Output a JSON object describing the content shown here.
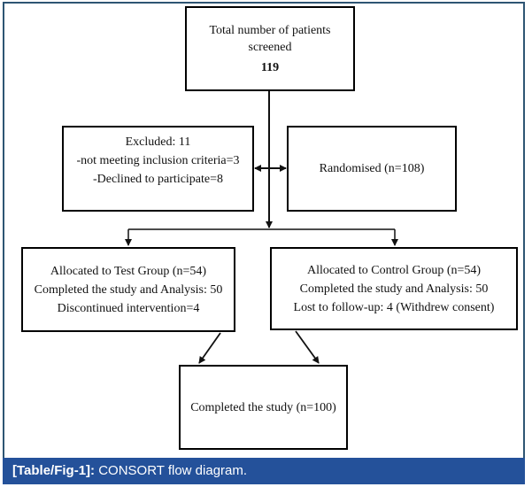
{
  "diagram": {
    "type": "CONSORT flow diagram",
    "nodes": {
      "screened": {
        "lines": [
          "Total number of patients",
          "screened"
        ],
        "value": "119"
      },
      "excluded": {
        "lines": [
          "Excluded: 11",
          "-not meeting inclusion criteria=3",
          "-Declined to participate=8"
        ]
      },
      "randomised": {
        "lines": [
          "Randomised (n=108)"
        ]
      },
      "test_group": {
        "lines": [
          "Allocated to Test Group (n=54)",
          "Completed the study and Analysis: 50",
          "Discontinued intervention=4"
        ]
      },
      "control_group": {
        "lines": [
          "Allocated to Control Group (n=54)",
          "Completed the study and Analysis: 50",
          "Lost to follow-up: 4 (Withdrew consent)"
        ]
      },
      "completed": {
        "lines": [
          "Completed the study (n=100)"
        ]
      }
    },
    "edges": [
      {
        "from": "screened",
        "to": "excluded"
      },
      {
        "from": "screened",
        "to": "randomised"
      },
      {
        "from": "screened",
        "to": "test_group"
      },
      {
        "from": "screened",
        "to": "control_group"
      },
      {
        "from": "test_group",
        "to": "completed"
      },
      {
        "from": "control_group",
        "to": "completed"
      }
    ]
  },
  "caption": {
    "label": "[Table/Fig-1]:",
    "text": " CONSORT flow diagram."
  },
  "colors": {
    "frame": "#2e5573",
    "caption_bg": "#24519a",
    "caption_text": "#ffffff",
    "line": "#000000"
  }
}
